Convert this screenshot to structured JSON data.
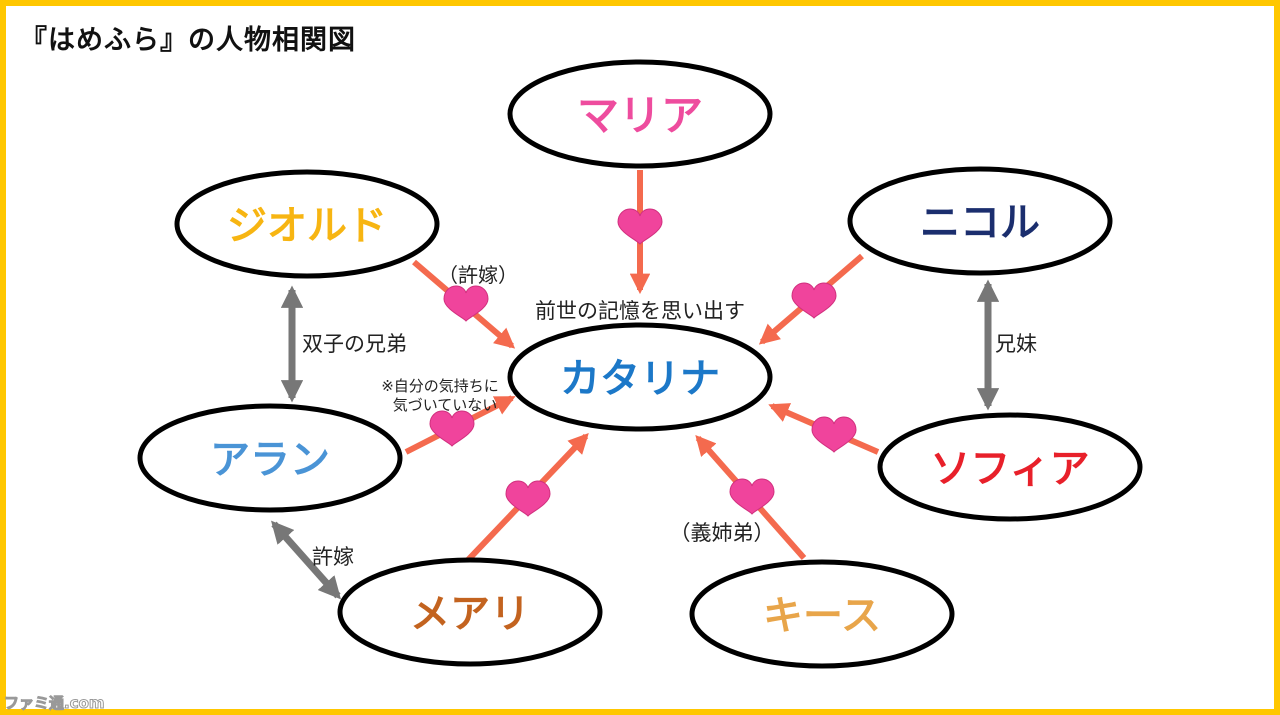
{
  "title": "『はめふら』の人物相関図",
  "characters": {
    "maria": {
      "name": "マリア",
      "color": "#EE4C9E"
    },
    "jeord": {
      "name": "ジオルド",
      "color": "#F7B512"
    },
    "nicol": {
      "name": "ニコル",
      "color": "#1B2E6E"
    },
    "katarina": {
      "name": "カタリナ",
      "color": "#1C78C8"
    },
    "alan": {
      "name": "アラン",
      "color": "#4A94D6"
    },
    "sophia": {
      "name": "ソフィア",
      "color": "#E8202A"
    },
    "mary": {
      "name": "メアリ",
      "color": "#C3631F"
    },
    "keith": {
      "name": "キース",
      "color": "#E8A54A"
    }
  },
  "annotations": {
    "recall": "前世の記憶を思い出す",
    "jeord_engaged": "（許嫁）",
    "twins": "双子の兄弟",
    "unaware_line1": "※自分の気持ちに",
    "unaware_line2": "気づいていない",
    "siblings": "兄妹",
    "alan_mary_engaged": "許嫁",
    "stepsiblings": "（義姉弟）"
  },
  "colors": {
    "border": "#FFC700",
    "love_arrow": "#F46A4E",
    "heart": "#F0449C",
    "relation_arrow": "#777777"
  },
  "watermark": "ファミ通.com"
}
